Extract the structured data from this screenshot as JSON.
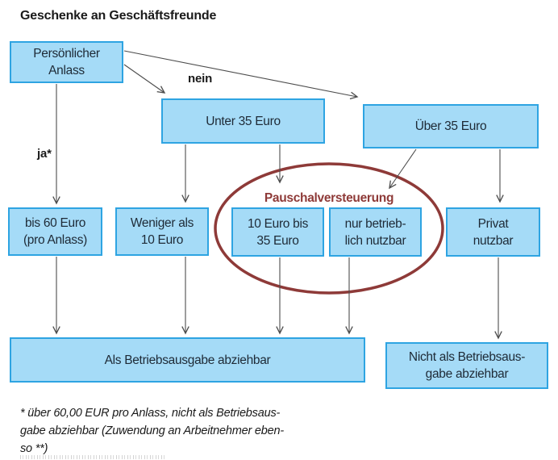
{
  "title": "Geschenke an Geschäftsfreunde",
  "labels": {
    "nein": "nein",
    "ja": "ja*"
  },
  "ellipse_label": "Pauschalversteuerung",
  "boxes": {
    "personal_occasion": {
      "lines": [
        "Persönlicher",
        "Anlass"
      ]
    },
    "under_35": {
      "lines": [
        "Unter 35 Euro"
      ]
    },
    "over_35": {
      "lines": [
        "Über 35 Euro"
      ]
    },
    "up_to_60": {
      "lines": [
        "bis 60 Euro",
        "(pro Anlass)"
      ]
    },
    "less_than_10": {
      "lines": [
        "Weniger als",
        "10 Euro"
      ]
    },
    "ten_to_35": {
      "lines": [
        "10 Euro bis",
        "35 Euro"
      ]
    },
    "business_only": {
      "lines": [
        "nur betrieb-",
        "lich nutzbar"
      ]
    },
    "private_use": {
      "lines": [
        "Privat",
        "nutzbar"
      ]
    },
    "deductible": {
      "lines": [
        "Als Betriebsausgabe abziehbar"
      ]
    },
    "not_deductible": {
      "lines": [
        "Nicht als Betriebsaus-",
        "gabe abziehbar"
      ]
    }
  },
  "footnote": {
    "lines": [
      "* über 60,00 EUR pro Anlass, nicht als Betriebsaus-",
      "gabe abziehbar (Zuwendung an Arbeitnehmer eben-",
      "so **)"
    ]
  },
  "colors": {
    "box_fill": "#a5dbf7",
    "box_border": "#2ea4e2",
    "box_text": "#1e2a36",
    "title_text": "#1a1a1a",
    "connector": "#4d4d4d",
    "highlight": "#8e3a38"
  }
}
